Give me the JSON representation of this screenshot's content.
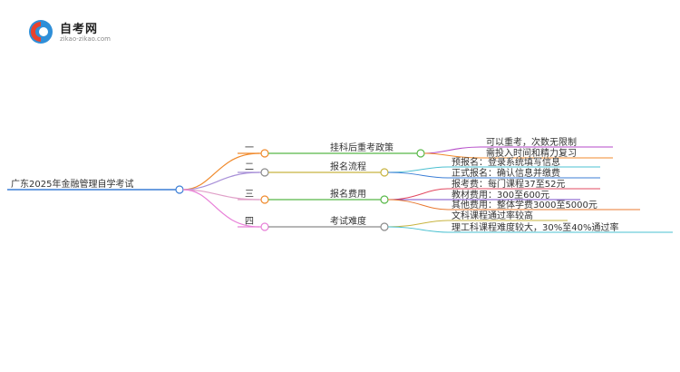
{
  "logo": {
    "title": "自考网",
    "subtitle": "zikao-zikao.com"
  },
  "root": {
    "label": "广东2025年金融管理自学考试"
  },
  "branches": [
    {
      "index": "一",
      "label": "挂科后重考政策",
      "color": "#f08a2c",
      "leaves": [
        {
          "text": "可以重考，次数无限制",
          "color": "#b44ac8"
        },
        {
          "text": "需投入时间和精力复习",
          "color": "#f08a2c"
        }
      ]
    },
    {
      "index": "二",
      "label": "报名流程",
      "color": "#c8b440",
      "leaves": [
        {
          "text": "预报名：登录系统填写信息",
          "color": "#4cc0d0"
        },
        {
          "text": "正式报名：确认信息并缴费",
          "color": "#3b7ed6"
        }
      ]
    },
    {
      "index": "三",
      "label": "报名费用",
      "color": "#58b848",
      "leaves": [
        {
          "text": "报考费：每门课程37至52元",
          "color": "#e24860"
        },
        {
          "text": "教材费用：300至600元",
          "color": "#7a4cc8"
        },
        {
          "text": "其他费用：整体学费3000至5000元",
          "color": "#e87830"
        }
      ]
    },
    {
      "index": "四",
      "label": "考试难度",
      "color": "#8a8a8a",
      "leaves": [
        {
          "text": "文科课程通过率较高",
          "color": "#c8b440"
        },
        {
          "text": "理工科课程难度较大，30%至40%通过率",
          "color": "#48c0d0"
        }
      ]
    }
  ],
  "branch_link_colors": [
    "#f08a2c",
    "#a890d8",
    "#e0a0c8",
    "#e880d8"
  ]
}
